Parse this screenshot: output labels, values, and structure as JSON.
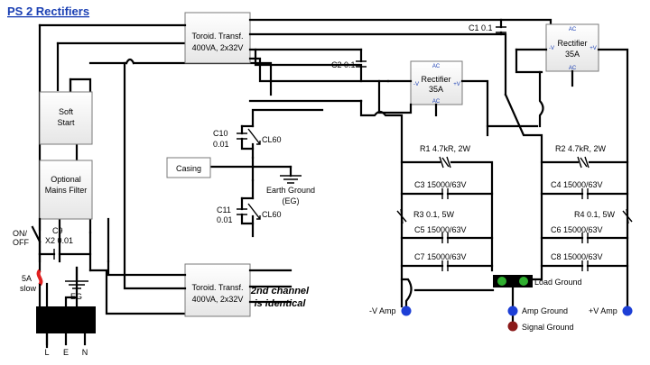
{
  "title": "PS 2 Rectifiers",
  "blocks": {
    "soft_start": [
      "Soft",
      "Start"
    ],
    "mains_filter": [
      "Optional",
      "Mains Filter"
    ],
    "toroid_top": [
      "Toroid. Transf.",
      "400VA, 2x32V"
    ],
    "toroid_bottom": [
      "Toroid. Transf.",
      "400VA, 2x32V"
    ],
    "rectifier_left": {
      "name": [
        "Rectifier",
        "35A"
      ],
      "ac_top": "AC",
      "ac_bottom": "AC",
      "neg": "-V",
      "pos": "+V"
    },
    "rectifier_right": {
      "name": [
        "Rectifier",
        "35A"
      ],
      "ac_top": "AC",
      "ac_bottom": "AC",
      "neg": "-V",
      "pos": "+V"
    },
    "casing": "Casing"
  },
  "labels": {
    "c1": "C1  0.1",
    "c2": "C2  0.1",
    "c10": [
      "C10",
      "0.01"
    ],
    "cl60_top": "CL60",
    "c11": [
      "C11",
      "0.01"
    ],
    "cl60_bottom": "CL60",
    "earth_ground": [
      "Earth Ground",
      "(EG)"
    ],
    "switch": [
      "ON/",
      "OFF"
    ],
    "c9": [
      "C9",
      "X2 0.01"
    ],
    "fuse": [
      "5A",
      "slow"
    ],
    "eg": "EG",
    "second_channel": [
      "2nd channel",
      "is identical"
    ],
    "r1": "R1  4.7kR, 2W",
    "r2": "R2  4.7kR, 2W",
    "c3": "C3  15000/63V",
    "c4": "C4  15000/63V",
    "r3": "R3  0.1, 5W",
    "r4": "R4  0.1, 5W",
    "c5": "C5  15000/63V",
    "c6": "C6  15000/63V",
    "c7": "C7  15000/63V",
    "c8": "C8  15000/63V",
    "load_ground": "Load Ground",
    "neg_amp": "-V Amp",
    "pos_amp": "+V Amp",
    "amp_ground": "Amp Ground",
    "signal_ground": "Signal Ground",
    "mains_l": "L",
    "mains_e": "E",
    "mains_n": "N"
  },
  "colors": {
    "title": "#1a3fb3",
    "terminal": "#1d3fd6",
    "signal_ground": "#8b1a1a",
    "load_ground_dot": "#2fae2f",
    "fuse": "#e02020"
  }
}
